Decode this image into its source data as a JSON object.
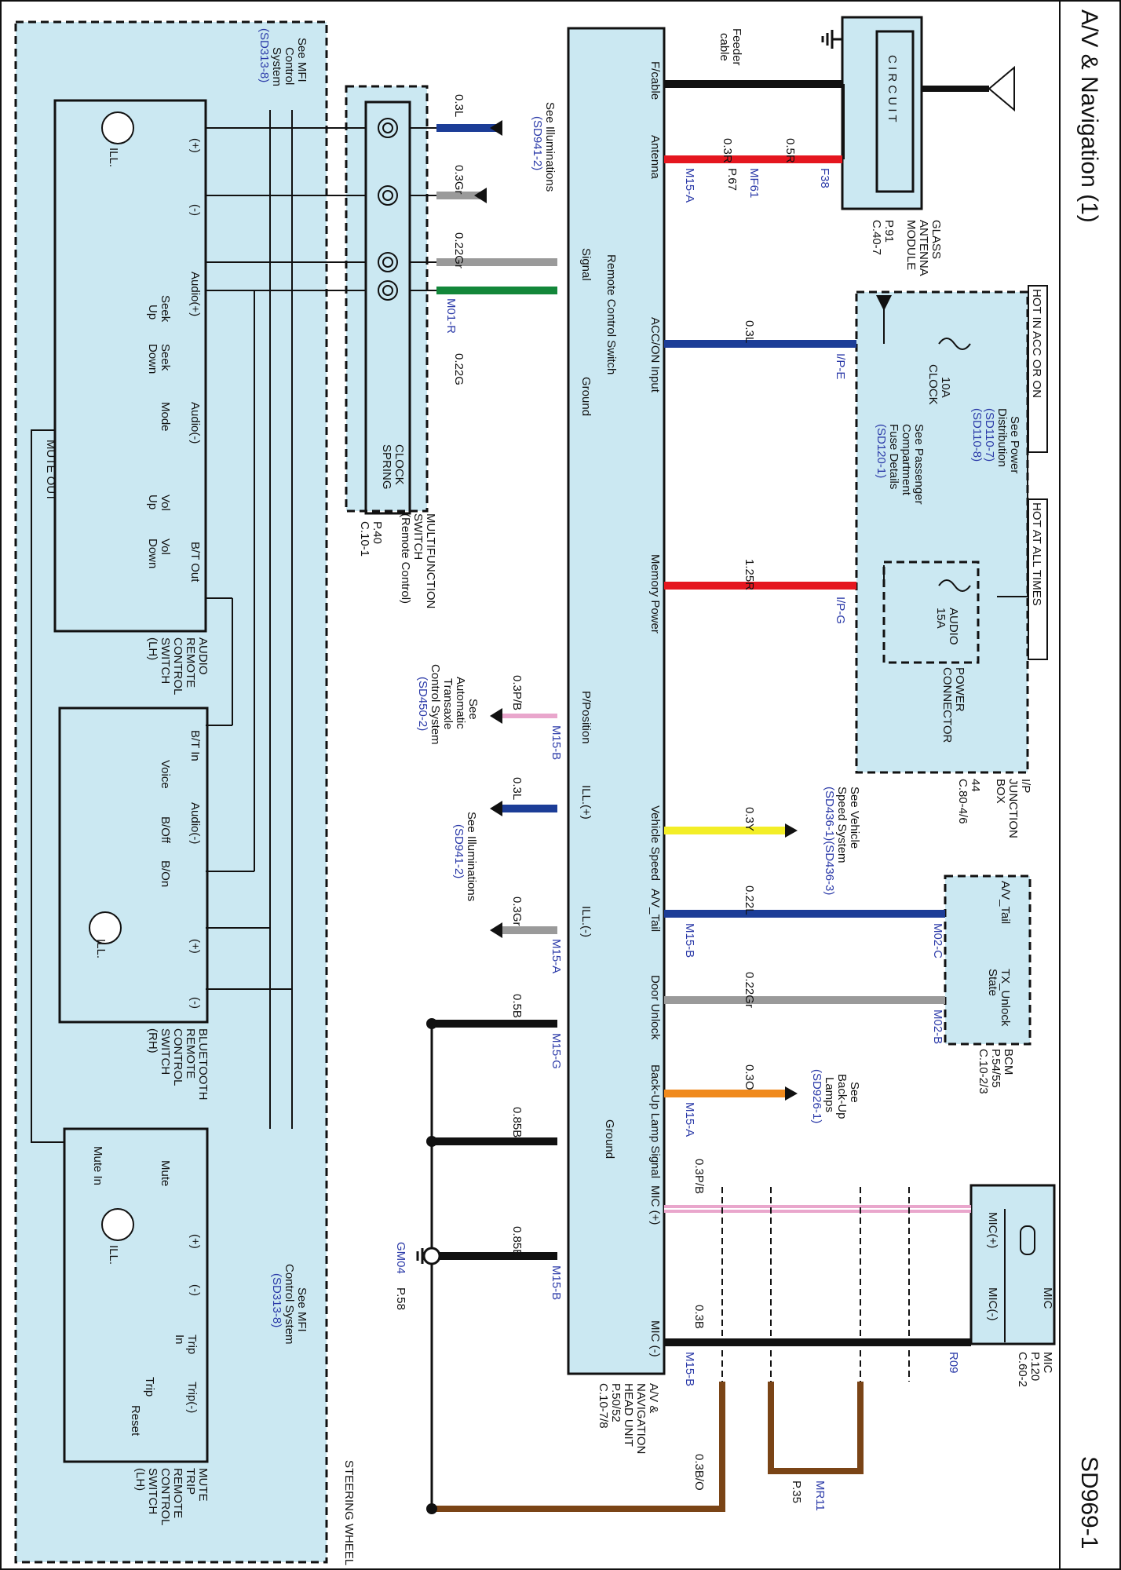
{
  "header": {
    "title": "A/V & Navigation (1)",
    "page_code": "SD969-1"
  },
  "colors": {
    "panel": "#cbe8f2",
    "ref_text": "#2b3aa8",
    "red": "#e5161f",
    "blue": "#1c3d97",
    "gray": "#9a9a9a",
    "green": "#13873a",
    "pink": "#e9a6cc",
    "yellow": "#f3ee27",
    "orange": "#f08a1d",
    "black": "#111111",
    "brown": "#7a4416"
  },
  "icons": [
    "antenna-icon",
    "ground-icon",
    "fuse-icon",
    "clock-spring-coil-icon",
    "lamp-icon",
    "microphone-icon",
    "connector-arrow-icon"
  ],
  "hot_labels": {
    "acc": "HOT IN ACC OR ON",
    "always": "HOT AT ALL TIMES"
  },
  "components": {
    "glass_antenna": {
      "circuit": "C I R C U I T",
      "name": [
        "GLASS",
        "ANTENNA",
        "MODULE"
      ],
      "page_ref": [
        "P.91",
        "C.40-7"
      ],
      "feeder": [
        "Feeder",
        "cable"
      ]
    },
    "ij_box": {
      "name": [
        "I/P",
        "JUNCTION",
        "BOX"
      ],
      "page_ref": [
        "44",
        "C.80-4/6"
      ],
      "clock_fuse": [
        "CLOCK",
        "10A"
      ],
      "audio_fuse": [
        "AUDIO",
        "15A"
      ],
      "power_connector": [
        "POWER",
        "CONNECTOR"
      ],
      "see_power": [
        "See Power",
        "Distribution"
      ],
      "power_refs": [
        "(SD110-7)",
        "(SD110-8)"
      ],
      "see_fuse": [
        "See Passenger",
        "Compartment",
        "Fuse Details"
      ],
      "fuse_ref": "(SD120-1)"
    },
    "bcm": {
      "name": "BCM",
      "page_ref": [
        "P.54/55",
        "C.10-2/3"
      ],
      "pin1": "A/V_Tail",
      "pin2": [
        "TX_Unlock",
        "State"
      ]
    },
    "mic": {
      "name": "MIC",
      "page_ref": [
        "P.120",
        "C.60-2"
      ],
      "inner": "MIC",
      "plus": "MIC(+)",
      "minus": "MIC(-)"
    },
    "head_unit": {
      "name": [
        "A/V &",
        "NAVIGATION",
        "HEAD UNIT"
      ],
      "page_ref": [
        "P.50/52",
        "C.10-7/8"
      ],
      "pins": [
        "F/cable",
        "Antenna",
        "ACC/ON Input",
        "Memory Power",
        "Vehicle Speed",
        "A/V_Tail",
        "Door Unlock",
        "Back-Up Lamp Signal",
        "MIC (+)",
        "MIC (-)"
      ],
      "remote": [
        "Remote Control Switch",
        "Signal",
        "Ground"
      ],
      "ground": "Ground",
      "ppos": "P/Position",
      "ill_plus": "ILL.(+)",
      "ill_minus": "ILL.(-)"
    },
    "mfs": {
      "name": [
        "MULTIFUNCTION",
        "SWITCH",
        "(Remote Control)"
      ],
      "page_ref": [
        "P.40",
        "C.10-1"
      ],
      "clock_spring": [
        "CLOCK",
        "SPRING"
      ]
    },
    "audio_sw": {
      "name": [
        "AUDIO",
        "REMOTE",
        "CONTROL",
        "SWITCH",
        "(LH)"
      ],
      "labels": [
        "ILL.",
        "(+)",
        "(-)",
        "Audio(+)",
        "Seek",
        "Up",
        "Seek",
        "Down",
        "Mode",
        "Audio(-)",
        "Vol",
        "Up",
        "Vol",
        "Down",
        "B/T Out",
        "MUTE OUT"
      ]
    },
    "bt_sw": {
      "name": [
        "BLUETOOTH",
        "REMOTE",
        "CONTROL",
        "SWITCH",
        "(RH)"
      ],
      "labels": [
        "B/T In",
        "Voice",
        "Audio(-)",
        "B/Off",
        "B/On",
        "ILL.",
        "(+)",
        "(-)"
      ]
    },
    "mute_sw": {
      "name": [
        "MUTE",
        "TRIP",
        "REMOTE",
        "CONTROL",
        "SWITCH",
        "(LH)"
      ],
      "labels": [
        "Mute In",
        "Mute",
        "ILL.",
        "(+)",
        "(-)",
        "Trip",
        "In",
        "Trip",
        "Reset",
        "Trip(-)"
      ]
    },
    "steering_wheel": "STEERING WHEEL",
    "see_mfi": [
      "See MFI",
      "Control",
      "System"
    ],
    "mfi_ref": "(SD313-8)",
    "see_mfi2": [
      "See MFI",
      "Control System"
    ],
    "see_ill": "See Illuminations",
    "ill_ref": "(SD941-2)",
    "see_ill2": "See Illuminations",
    "ill_ref2": "(SD941-2)",
    "see_auto": [
      "See",
      "Automatic",
      "Transaxle",
      "Control System"
    ],
    "auto_ref": "(SD450-2)",
    "see_vehicle": [
      "See Vehicle",
      "Speed System"
    ],
    "vehicle_ref": "(SD436-1)(SD436-3)",
    "see_backup": [
      "See",
      "Back-Up",
      "Lamps"
    ],
    "backup_ref": "(SD926-1)",
    "ground_id": "GM04",
    "ground_page": "P.58"
  },
  "connectors": {
    "f38": "F38",
    "mf61": "MF61",
    "p67": "P.67",
    "m15a": "M15-A",
    "m15b": "M15-B",
    "m15g": "M15-G",
    "ipe": "I/P-E",
    "ipg": "I/P-G",
    "m02c": "M02-C",
    "m02b": "M02-B",
    "r09": "R09",
    "mr11": "MR11",
    "p35": "P.35",
    "m01r": "M01-R"
  },
  "wires": [
    {
      "id": "antenna-a",
      "spec": "0.5R"
    },
    {
      "id": "antenna-b",
      "spec": "0.3R"
    },
    {
      "id": "acc",
      "spec": "0.3L"
    },
    {
      "id": "memory",
      "spec": "1.25R"
    },
    {
      "id": "speed",
      "spec": "0.3Y"
    },
    {
      "id": "avtail",
      "spec": "0.22L"
    },
    {
      "id": "door",
      "spec": "0.22Gr"
    },
    {
      "id": "backup",
      "spec": "0.3O"
    },
    {
      "id": "mic-plus",
      "spec": "0.3P/B"
    },
    {
      "id": "mic-minus",
      "spec": "0.3B"
    },
    {
      "id": "mic-shield",
      "spec": "0.3B/O"
    },
    {
      "id": "ill-plus-a",
      "spec": "0.3L"
    },
    {
      "id": "ill-minus-a",
      "spec": "0.3Gr"
    },
    {
      "id": "signal",
      "spec": "0.22Gr"
    },
    {
      "id": "ground-sw",
      "spec": "0.22G"
    },
    {
      "id": "ppos",
      "spec": "0.3P/B"
    },
    {
      "id": "ill-plus-b",
      "spec": "0.3L"
    },
    {
      "id": "ill-minus-b",
      "spec": "0.3Gr"
    },
    {
      "id": "gnd1",
      "spec": "0.5B"
    },
    {
      "id": "gnd23",
      "spec": "0.85B"
    },
    {
      "id": "gnd24",
      "spec": "0.85B"
    }
  ]
}
